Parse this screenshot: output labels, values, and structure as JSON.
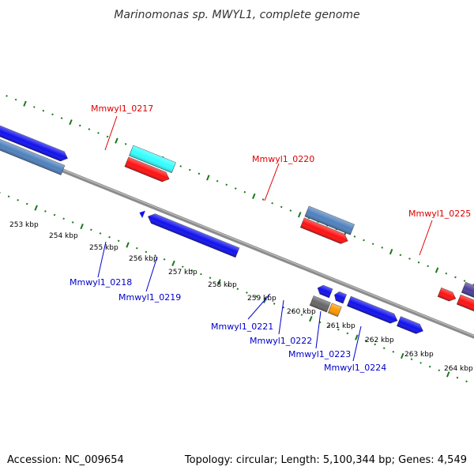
{
  "title": "Marinomonas sp. MWYL1, complete genome",
  "footer": {
    "accession": "Accession: NC_009654",
    "topology": "Topology: circular; Length: 5,100,344 bp; Genes: 4,549"
  },
  "colors": {
    "backbone": "#8c8c8c",
    "tick": "#1a7a1a",
    "label_forward": "#dd0000",
    "label_reverse": "#0000cc"
  },
  "kbp_labels": [
    "253 kbp",
    "254 kbp",
    "255 kbp",
    "256 kbp",
    "257 kbp",
    "258 kbp",
    "259 kbp",
    "260 kbp",
    "261 kbp",
    "262 kbp",
    "263 kbp",
    "264 kbp"
  ],
  "gene_labels_top": [
    "Mmwyl1_0217",
    "Mmwyl1_0220",
    "Mmwyl1_0225"
  ],
  "gene_labels_bottom": [
    "Mmwyl1_0218",
    "Mmwyl1_0219",
    "Mmwyl1_0221",
    "Mmwyl1_0222",
    "Mmwyl1_0223",
    "Mmwyl1_0224"
  ],
  "feature_colors": {
    "cyan": "#33ffff",
    "red": "#ff1111",
    "blue": "#1111ee",
    "steel": "#4f81bd",
    "gray": "#666666",
    "orange": "#ff9900",
    "purple": "#4b3f99"
  }
}
